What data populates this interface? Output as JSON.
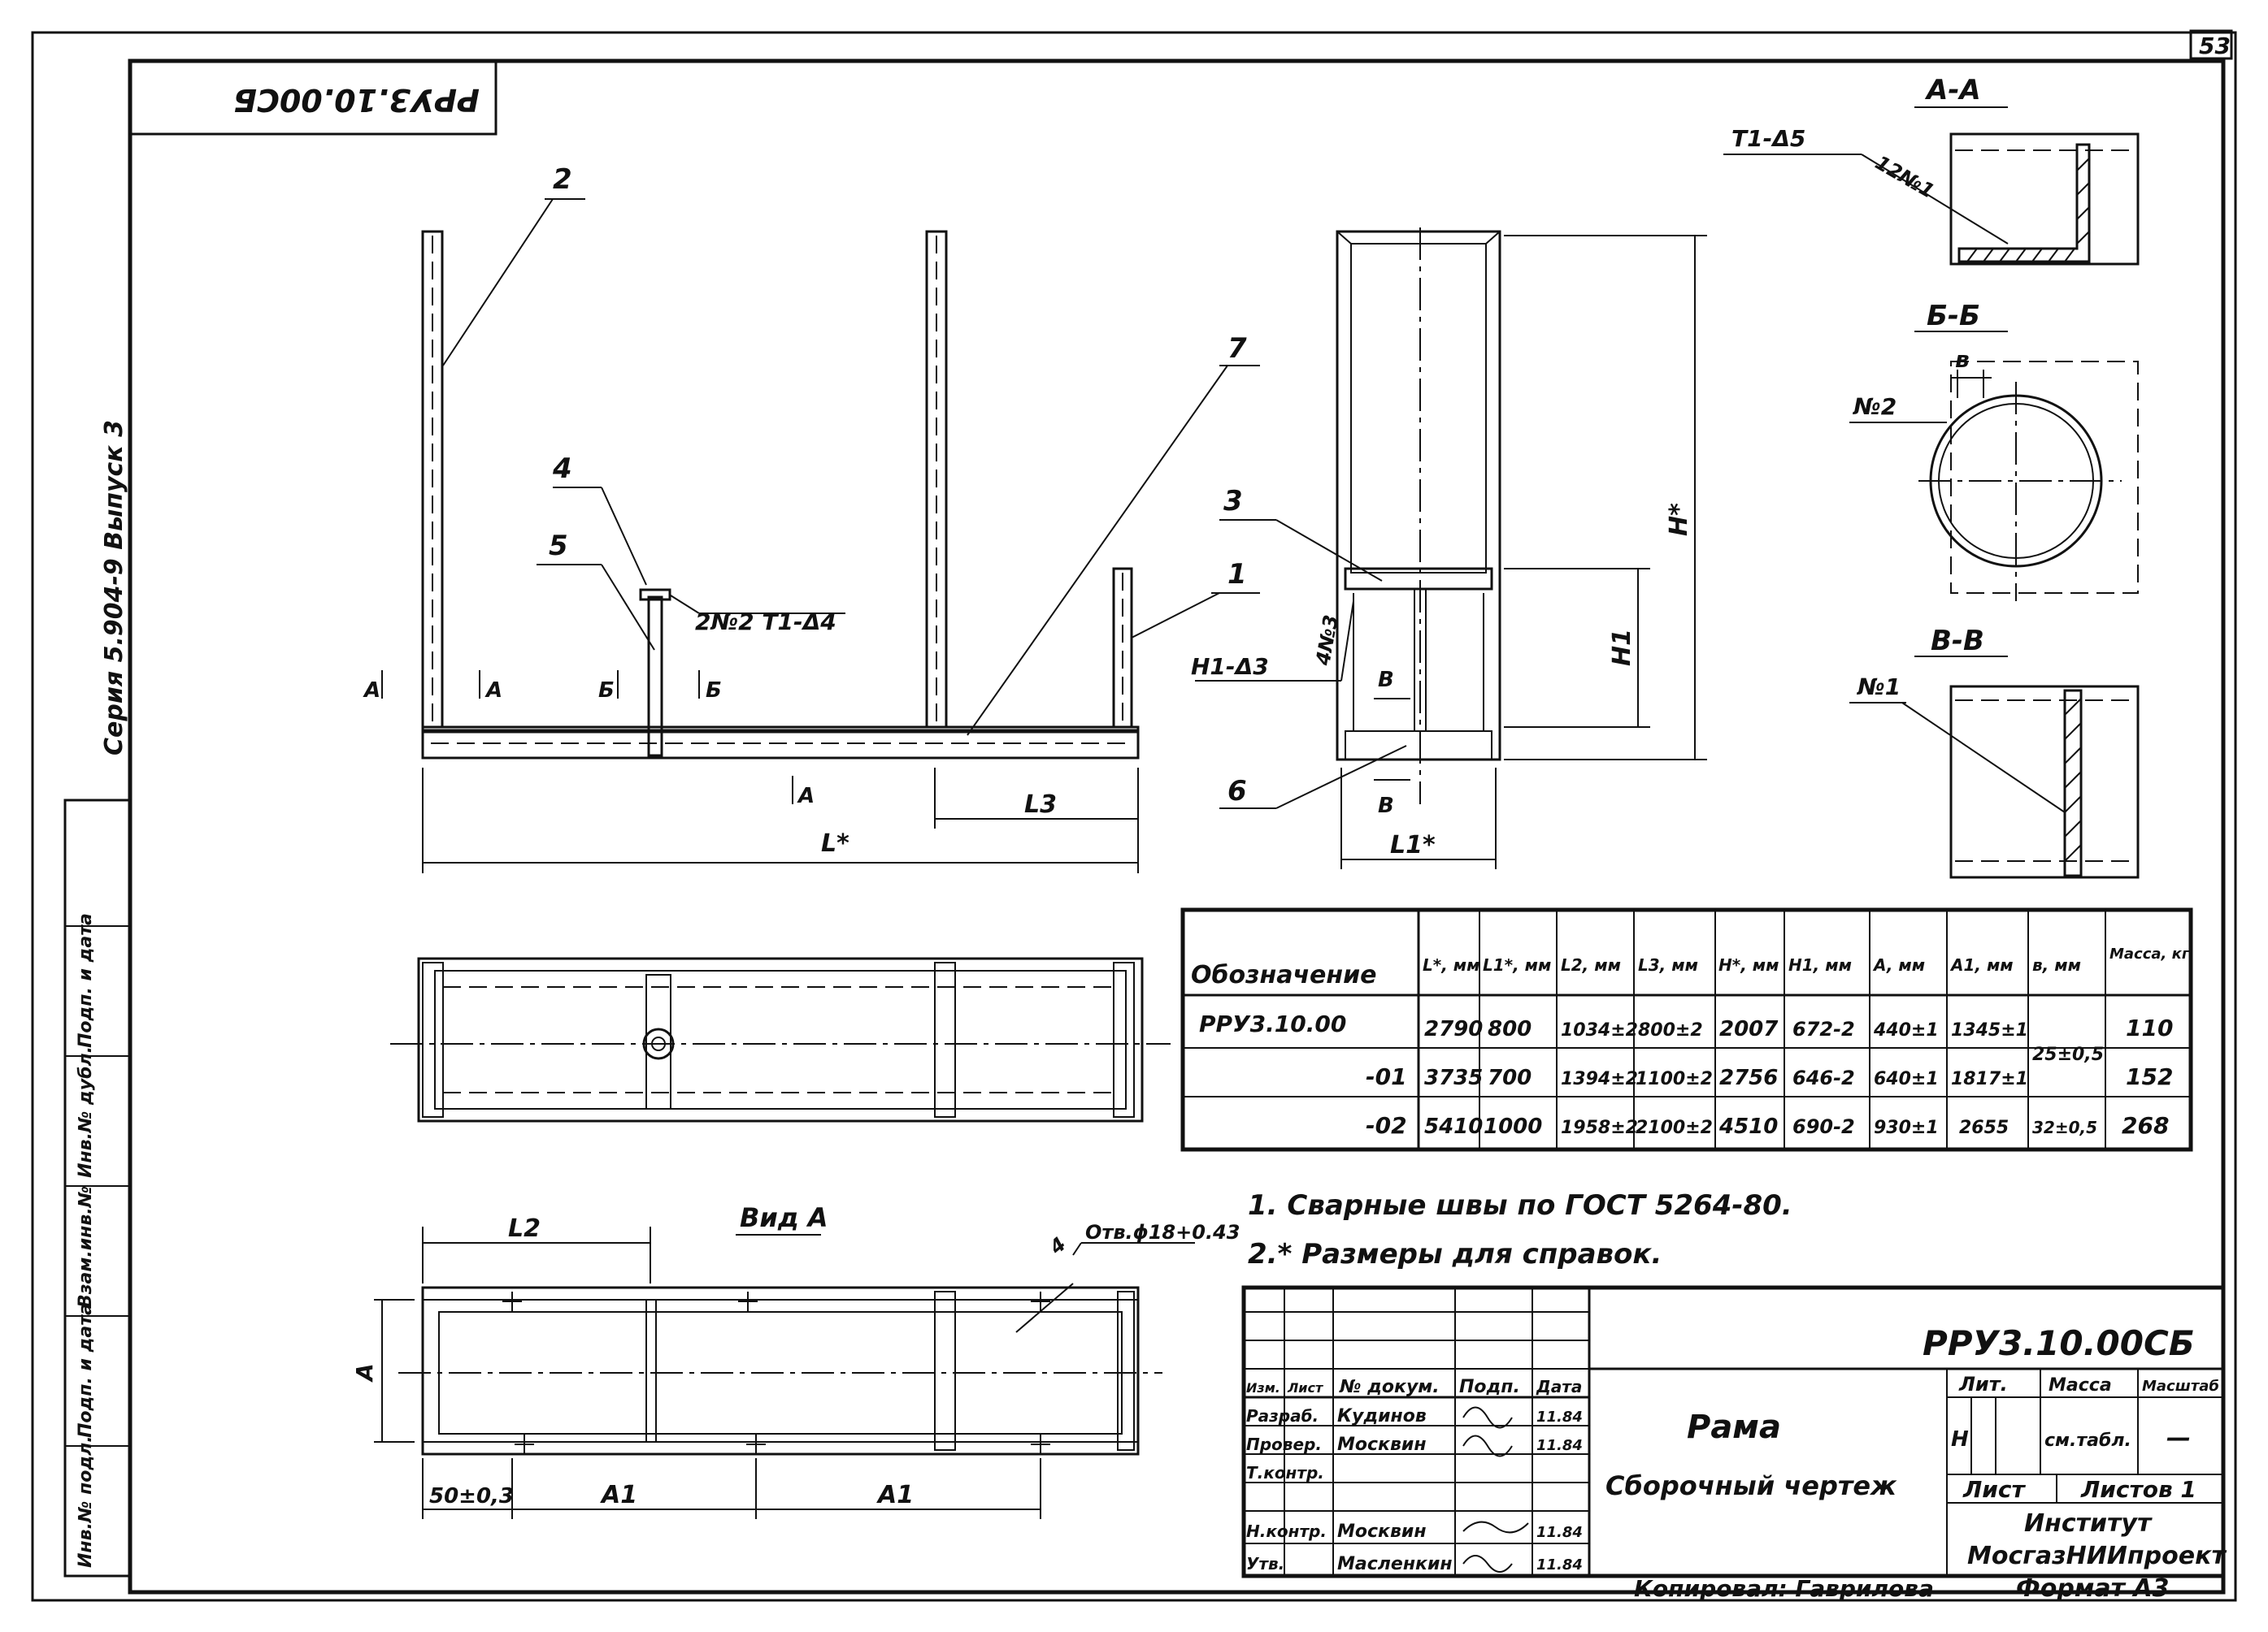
{
  "sheet": {
    "page_number": "53",
    "stamp_top": "РРУ3.10.00СБ",
    "series_label": "Серия 5.904-9  Выпуск 3",
    "side_stamp": [
      "Инв.№ подл.",
      "Подп. и дата",
      "Взам.инв.№",
      "Инв.№ дубл.",
      "Подп. и дата"
    ]
  },
  "callouts": {
    "c1": "1",
    "c2": "2",
    "c3": "3",
    "c4": "4",
    "c5": "5",
    "c6": "6",
    "c7": "7",
    "weld_top": "2№2 Т1-Δ4",
    "weld_side": "Н1-Δ3",
    "weld_side_count": "4№3",
    "weld_detail_A": "Т1-Δ5",
    "weld_detail_A_count": "12№1",
    "bolt_hole": "Отв.ϕ18+0.43",
    "bolt_hole_count": "4",
    "ref_n2": "№2",
    "ref_n1": "№1"
  },
  "sections": {
    "aa": "А-А",
    "bb": "Б-Б",
    "vv": "В-В",
    "view_a": "Вид А",
    "mark_a": "А",
    "mark_b": "Б",
    "mark_v": "В"
  },
  "dimensions": {
    "L": "L*",
    "L1": "L1*",
    "L2": "L2",
    "L3": "L3",
    "H": "H*",
    "H1": "H1",
    "A": "A",
    "A1": "A1",
    "B": "в",
    "offset": "50±0,3"
  },
  "table": {
    "headers": [
      "Обозначение",
      "L*, мм",
      "L1*, мм",
      "L2, мм",
      "L3, мм",
      "H*, мм",
      "H1, мм",
      "A, мм",
      "A1, мм",
      "в, мм",
      "Масса, кг"
    ],
    "rows": [
      [
        "РРУ3.10.00",
        "2790",
        "800",
        "1034±2",
        "800±2",
        "2007",
        "672-2",
        "440±1",
        "1345±1",
        "25±0,5",
        "110"
      ],
      [
        "-01",
        "3735",
        "700",
        "1394±2",
        "1100±2",
        "2756",
        "646-2",
        "640±1",
        "1817±1",
        "",
        "152"
      ],
      [
        "-02",
        "5410",
        "1000",
        "1958±2",
        "2100±2",
        "4510",
        "690-2",
        "930±1",
        "2655",
        "32±0,5",
        "268"
      ]
    ]
  },
  "notes": [
    "1. Сварные швы по ГОСТ 5264-80.",
    "2.* Размеры для справок."
  ],
  "title_block": {
    "designation": "РРУ3.10.00СБ",
    "name_line1": "Рама",
    "name_line2": "Сборочный чертеж",
    "col_headers": [
      "Изм.",
      "Лист",
      "№ докум.",
      "Подп.",
      "Дата"
    ],
    "rows": [
      {
        "role": "Разраб.",
        "name": "Кудинов",
        "date": "11.84"
      },
      {
        "role": "Провер.",
        "name": "Москвин",
        "date": "11.84"
      },
      {
        "role": "Т.контр.",
        "name": "",
        "date": ""
      },
      {
        "role": "Н.контр.",
        "name": "Москвин",
        "date": "11.84"
      },
      {
        "role": "Утв.",
        "name": "Масленкин",
        "date": "11.84"
      }
    ],
    "lit_label": "Лит.",
    "mass_label": "Масса",
    "scale_label": "Масштаб",
    "lit_value": "Н",
    "mass_value": "см.табл.",
    "scale_value": "—",
    "sheet_label": "Лист",
    "sheets_label": "Листов 1",
    "org_line1": "Институт",
    "org_line2": "МосгазНИИпроект"
  },
  "footer": {
    "copied": "Копировал: Гаврилова",
    "format": "Формат А3"
  }
}
